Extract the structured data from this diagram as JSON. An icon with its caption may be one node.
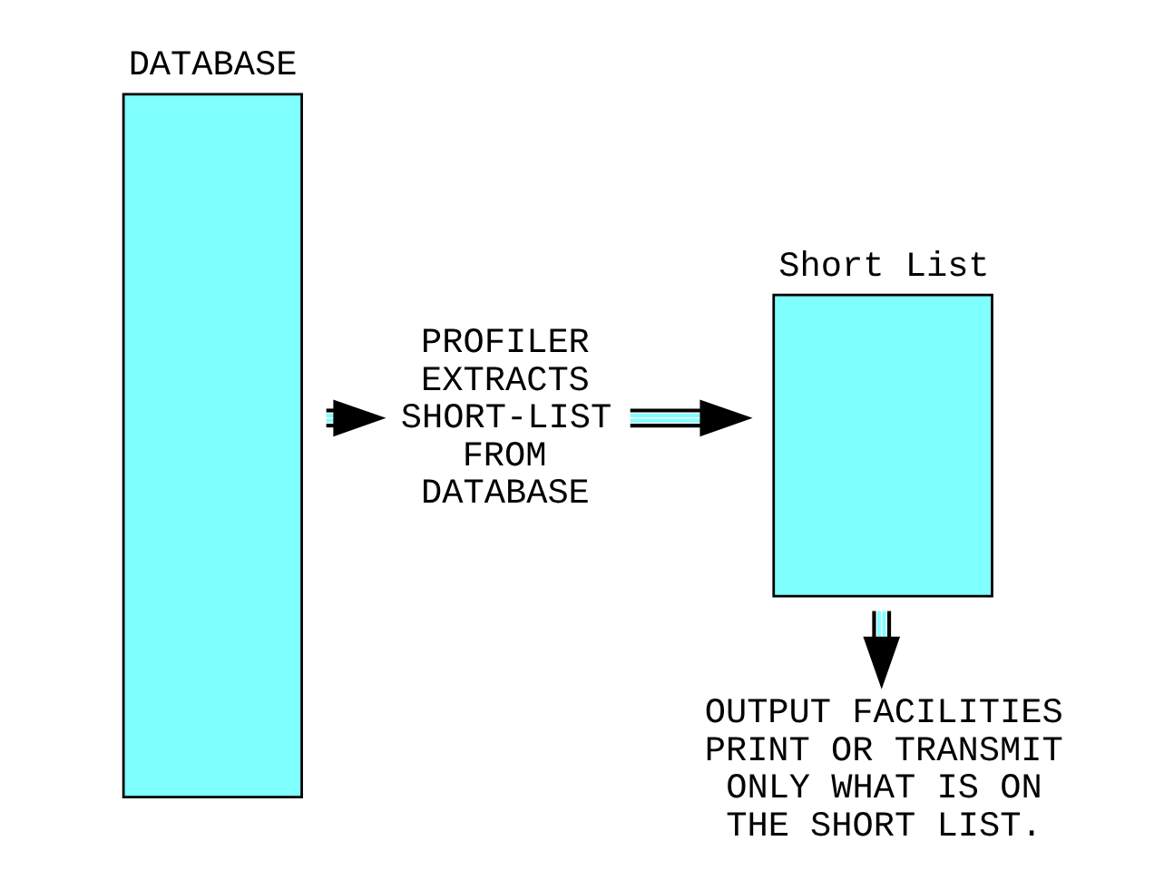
{
  "diagram": {
    "nodes": [
      {
        "text": [
          "DATABASE"
        ]
      },
      {
        "text": [
          "PROFILER EXTRACTS SHORT-LIST FROM DATABASE"
        ]
      },
      {
        "text": [
          "Short List"
        ]
      },
      {
        "text": [
          "OUTPUT FACILITIES PRINT OR TRANSMIT ONLY WHAT IS ON THE SHORT LIST."
        ]
      }
    ],
    "edges": [
      {
        "from": 0,
        "to": 1,
        "arrow": "to"
      },
      {
        "from": 1,
        "to": 2,
        "arrow": "to"
      },
      {
        "from": 2,
        "to": 3,
        "arrow": "to"
      }
    ]
  }
}
